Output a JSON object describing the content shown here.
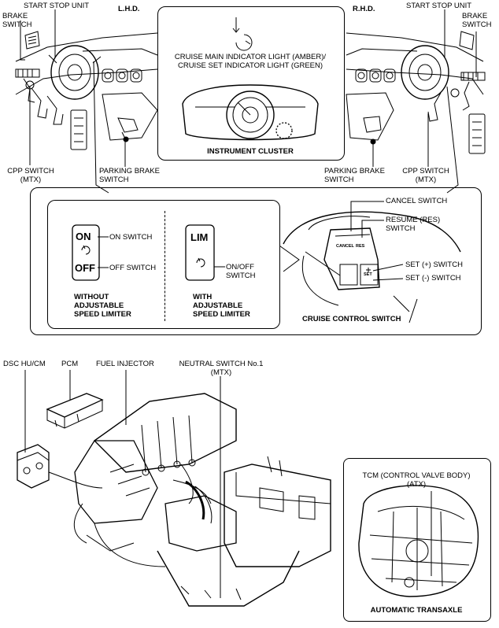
{
  "top": {
    "lhd": "L.H.D.",
    "rhd": "R.H.D.",
    "start_stop_left": "START STOP UNIT",
    "start_stop_right": "START STOP UNIT",
    "brake_left": [
      "BRAKE",
      "SWITCH"
    ],
    "brake_right": [
      "BRAKE",
      "SWITCH"
    ],
    "cpp_left": [
      "CPP SWITCH",
      "(MTX)"
    ],
    "cpp_right": [
      "CPP SWITCH",
      "(MTX)"
    ],
    "parking_left": [
      "PARKING BRAKE",
      "SWITCH"
    ],
    "parking_right": [
      "PARKING BRAKE",
      "SWITCH"
    ]
  },
  "cluster": {
    "indicator_text": [
      "CRUISE MAIN INDICATOR LIGHT (AMBER)/",
      "CRUISE SET INDICATOR LIGHT (GREEN)"
    ],
    "caption": "INSTRUMENT CLUSTER"
  },
  "switch_panel": {
    "on_label": "ON",
    "off_label": "OFF",
    "on_switch": "ON SWITCH",
    "off_switch": "OFF SWITCH",
    "without_caption": [
      "WITHOUT",
      "ADJUSTABLE",
      "SPEED LIMITER"
    ],
    "lim_label": "LIM",
    "on_off_switch": [
      "ON/OFF",
      "SWITCH"
    ],
    "with_caption": [
      "WITH",
      "ADJUSTABLE",
      "SPEED LIMITER"
    ],
    "cancel_switch": "CANCEL SWITCH",
    "resume_switch": [
      "RESUME (RES)",
      "SWITCH"
    ],
    "set_plus": "SET (+) SWITCH",
    "set_minus": "SET (-) SWITCH",
    "button_cancel": "CANCEL",
    "button_res": "RES",
    "button_set": "SET",
    "caption": "CRUISE CONTROL SWITCH"
  },
  "engine": {
    "dsc": "DSC HU/CM",
    "pcm": "PCM",
    "fuel_injector": "FUEL INJECTOR",
    "neutral": [
      "NEUTRAL SWITCH No.1",
      "(MTX)"
    ]
  },
  "transaxle": {
    "tcm": [
      "TCM (CONTROL VALVE BODY)",
      "(ATX)"
    ],
    "caption": "AUTOMATIC TRANSAXLE"
  }
}
